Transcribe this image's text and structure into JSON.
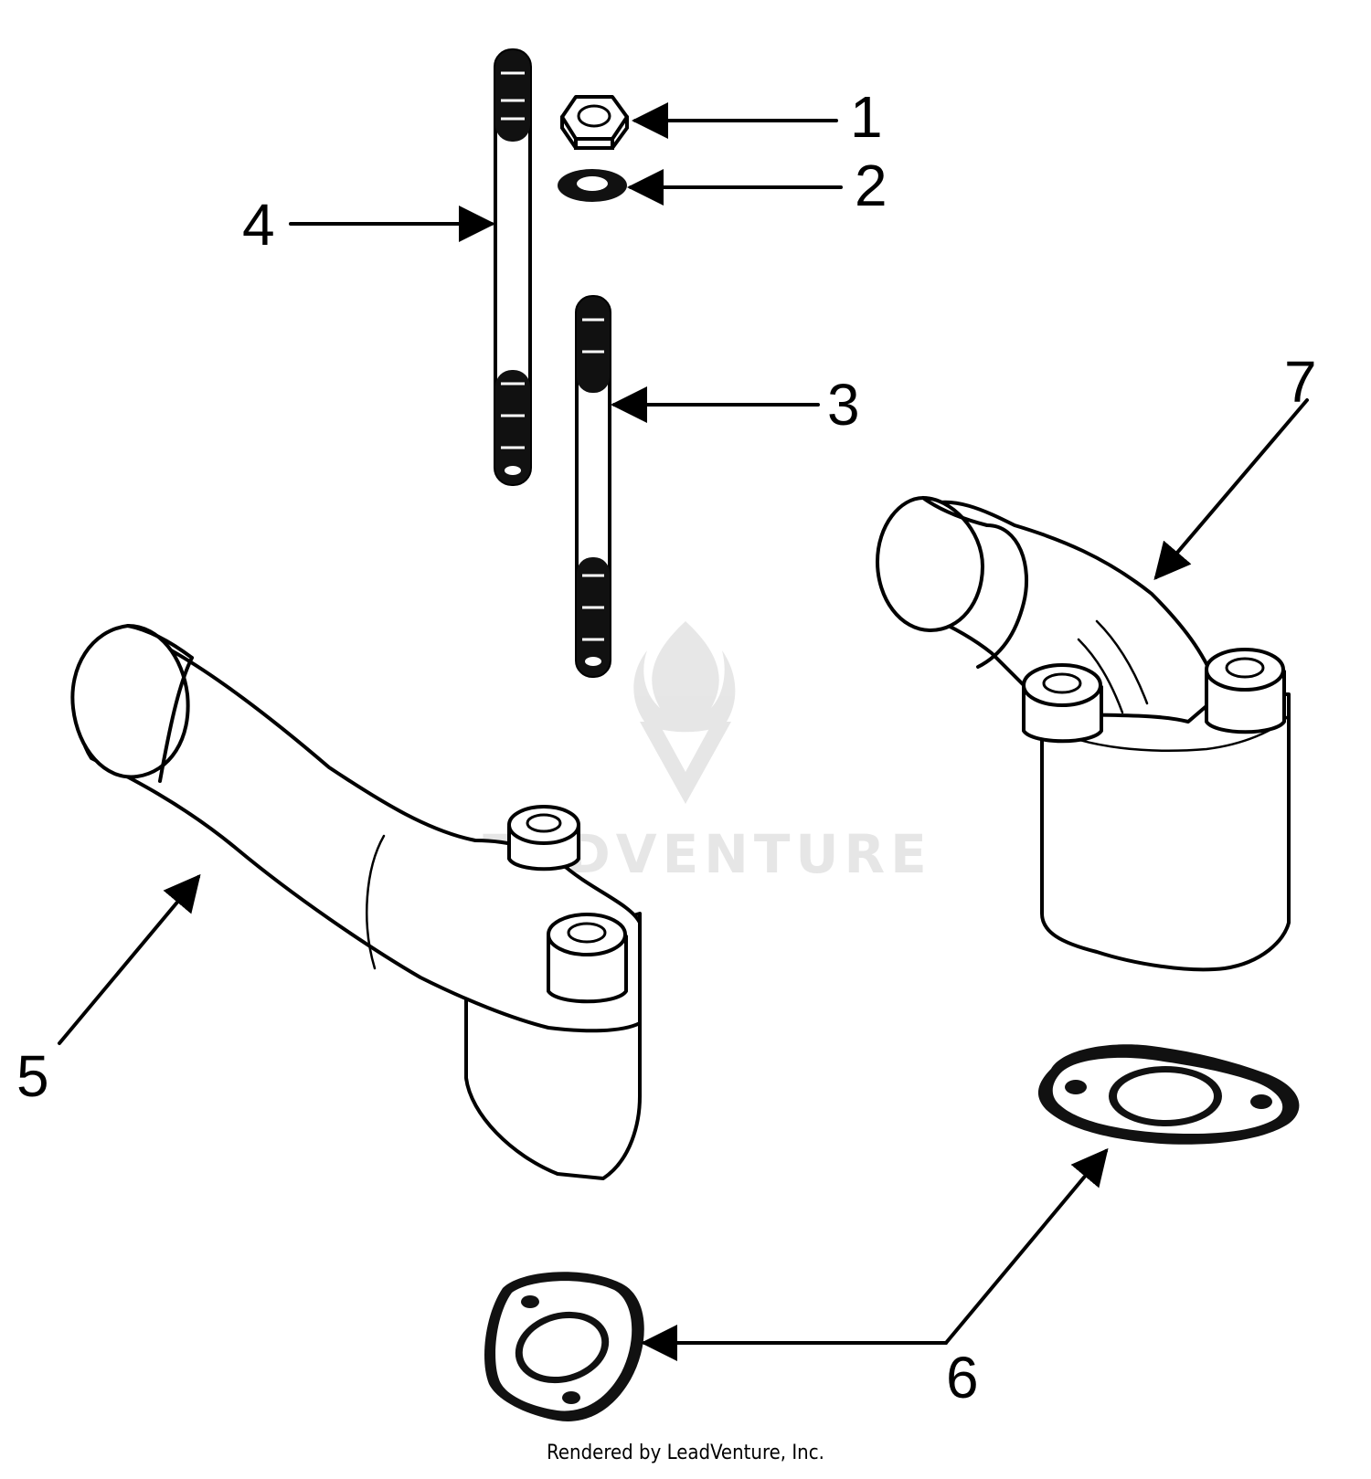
{
  "callouts": {
    "c1": "1",
    "c2": "2",
    "c3": "3",
    "c4": "4",
    "c5": "5",
    "c6": "6",
    "c7": "7"
  },
  "watermark": "LEADVENTURE",
  "footer": "Rendered by LeadVenture, Inc.",
  "icons": {
    "watermark_logo": "flame-v-logo-icon"
  }
}
